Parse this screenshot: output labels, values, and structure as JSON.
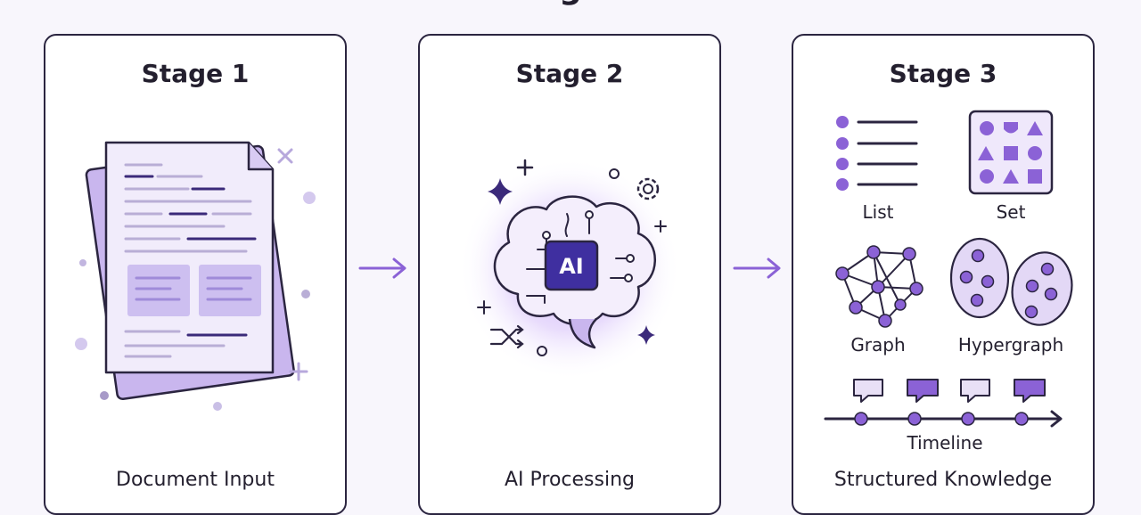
{
  "stages": [
    {
      "title": "Stage 1",
      "caption": "Document Input"
    },
    {
      "title": "Stage 2",
      "caption": "AI Processing",
      "chip_text": "AI"
    },
    {
      "title": "Stage 3",
      "caption": "Structured Knowledge",
      "items": {
        "list": "List",
        "set": "Set",
        "graph": "Graph",
        "hypergraph": "Hypergraph",
        "timeline": "Timeline"
      }
    }
  ],
  "icons": [
    "document-icon",
    "arrow-right-icon",
    "brain-icon",
    "gear-icon",
    "sparkle-icon",
    "shuffle-icon",
    "list-icon",
    "shapes-set-icon",
    "graph-icon",
    "hypergraph-icon",
    "timeline-icon",
    "speech-bubble-icon"
  ],
  "colors": {
    "accent": "#8b62d6",
    "accent_light": "#e3d8f6",
    "accent_dark": "#3b2a7a",
    "outline": "#2b2540",
    "background": "#f8f6fc"
  }
}
